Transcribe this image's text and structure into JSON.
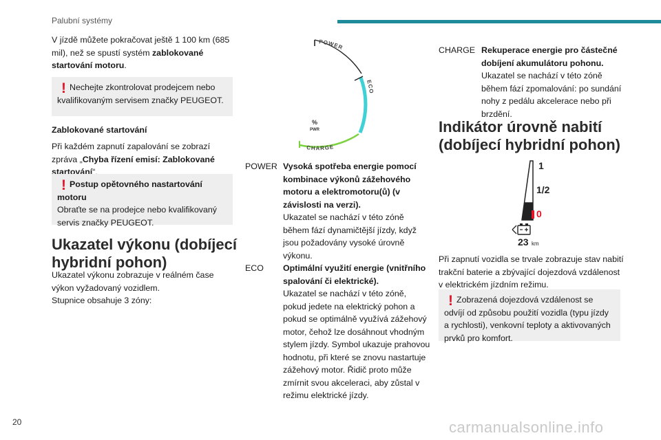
{
  "header": {
    "section": "Palubní systémy",
    "accent_color": "#1f8a99"
  },
  "left": {
    "intro_pre": "V jízdě můžete pokračovat ještě 1 100 km (685 mil), než se spustí systém ",
    "intro_bold": "zablokované startování motoru",
    "intro_post": ".",
    "warning1": "Nechejte zkontrolovat prodejcem nebo kvalifikovaným servisem značky PEUGEOT.",
    "sub_heading": "Zablokované startování",
    "para_pre": "Při každém zapnutí zapalování se zobrazí zpráva „",
    "para_bold": "Chyba řízení emisí: Zablokované startování",
    "para_post": "“.",
    "warning2_title": "Postup opětovného nastartování motoru",
    "warning2_text": "Obraťte se na prodejce nebo kvalifikovaný servis značky PEUGEOT.",
    "heading": "Ukazatel výkonu (dobíjecí hybridní pohon)",
    "heading_text_1": "Ukazatel výkonu zobrazuje v reálném čase výkon vyžadovaný vozidlem.",
    "heading_text_2": "Stupnice obsahuje 3 zóny:"
  },
  "gauge": {
    "label_power": "POWER",
    "label_eco": "ECO",
    "label_charge": "CHARGE",
    "center_symbol": "%",
    "center_text": "PWR",
    "eco_color": "#3fd1d6",
    "charge_color": "#7bd13e"
  },
  "middle": {
    "items": [
      {
        "term": "POWER",
        "title": "Vysoká spotřeba energie pomocí kombinace výkonů zážehového motoru a elektromotoru(ů) (v závislosti na verzi).",
        "text": "Ukazatel se nachází v této zóně během fází dynamičtější jízdy, když jsou požadovány vysoké úrovně výkonu."
      },
      {
        "term": "ECO",
        "title": "Optimální využití energie (vnitřního spalování či elektrické).",
        "text": "Ukazatel se nachází v této zóně, pokud jedete na elektrický pohon a pokud se optimálně využívá zážehový motor, čehož lze dosáhnout vhodným stylem jízdy. Symbol ukazuje prahovou hodnotu, při které se znovu nastartuje zážehový motor. Řidič proto může zmírnit svou akceleraci, aby zůstal v režimu elektrické jízdy."
      }
    ]
  },
  "right": {
    "charge_term": "CHARGE",
    "charge_title": "Rekuperace energie pro částečné dobíjení akumulátoru pohonu.",
    "charge_text": "Ukazatel se nachází v této zóně během fází zpomalování: po sundání nohy z pedálu akcelerace nebo při brzdění.",
    "heading": "Indikátor úrovně nabití (dobíjecí hybridní pohon)",
    "battery_scale": {
      "top": "1",
      "mid": "1/2",
      "bottom": "0"
    },
    "range_value": "23",
    "range_unit": "km",
    "battery_fill_level": 0.3,
    "text": "Při zapnutí vozidla se trvale zobrazuje stav nabití trakční baterie a zbývající dojezdová vzdálenost v elektrickém jízdním režimu.",
    "warning": "Zobrazená dojezdová vzdálenost se odvíjí od způsobu použití vozidla (typu jízdy a rychlosti), venkovní teploty a aktivovaných prvků pro komfort."
  },
  "footer": {
    "page_number": "20",
    "watermark": "carmanualsonline.info"
  }
}
